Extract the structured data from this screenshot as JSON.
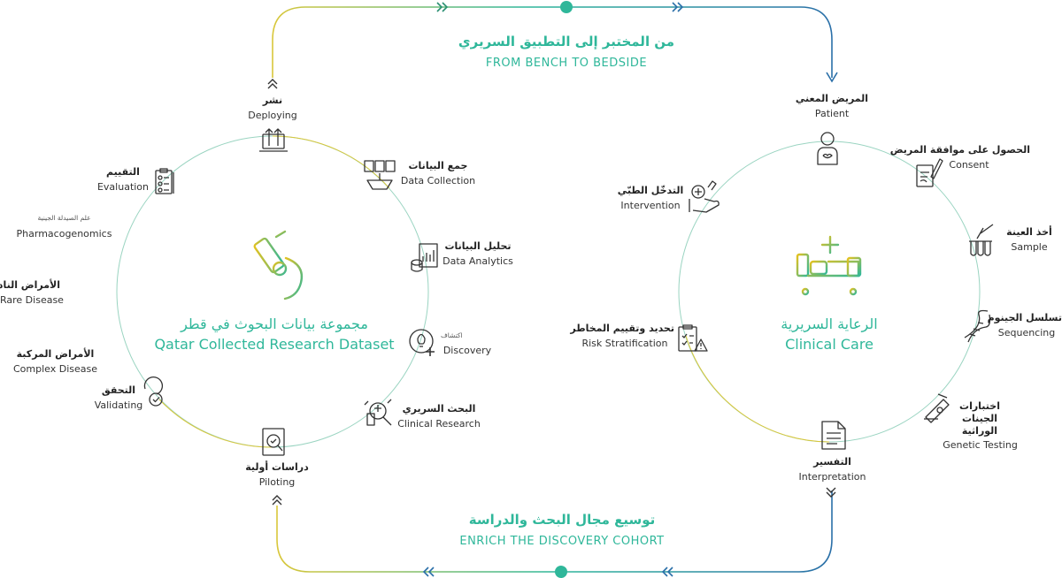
{
  "top_banner": {
    "ar": "من المختبر إلى التطبيق السريري",
    "en": "FROM BENCH TO BEDSIDE"
  },
  "bottom_banner": {
    "ar": "توسيع مجال البحث والدراسة",
    "en": "ENRICH THE DISCOVERY COHORT"
  },
  "left_center": {
    "ar": "مجموعة بيانات البحوث في قطر",
    "en": "Qatar Collected Research Dataset"
  },
  "right_center": {
    "ar": "الرعاية السريرية",
    "en": "Clinical Care"
  },
  "left_nodes": {
    "deploying": {
      "ar": "نشر",
      "en": "Deploying"
    },
    "data_collection": {
      "ar": "جمع البيانات",
      "en": "Data Collection"
    },
    "data_analytics": {
      "ar": "تحليل البيانات",
      "en": "Data Analytics"
    },
    "discovery": {
      "ar": "اكتشاف",
      "en": "Discovery"
    },
    "clinical_research": {
      "ar": "البحث السريري",
      "en": "Clinical Research"
    },
    "piloting": {
      "ar": "دراسات أولية",
      "en": "Piloting"
    },
    "validating": {
      "ar": "التحقق",
      "en": "Validating"
    },
    "complex_disease": {
      "ar": "الأمراض المركبة",
      "en": "Complex Disease"
    },
    "rare_disease": {
      "ar": "الأمراض النادرة",
      "en": "Rare Disease"
    },
    "pharmacogenomics": {
      "ar": "علم الصيدلة الجينية",
      "en": "Pharmacogenomics"
    },
    "evaluation": {
      "ar": "التقييم",
      "en": "Evaluation"
    }
  },
  "right_nodes": {
    "patient": {
      "ar": "المريض المعني",
      "en": "Patient"
    },
    "consent": {
      "ar": "الحصول على موافقة المريض",
      "en": "Consent"
    },
    "sample": {
      "ar": "أخذ العينة",
      "en": "Sample"
    },
    "sequencing": {
      "ar": "تسلسل الجينوم",
      "en": "Sequencing"
    },
    "genetic_testing": {
      "ar": "اختبارات الجينات الوراثية",
      "en": "Genetic Testing"
    },
    "interpretation": {
      "ar": "التفسير",
      "en": "Interpretation"
    },
    "risk_stratification": {
      "ar": "تحديد وتقييم المخاطر",
      "en": "Risk Stratification"
    },
    "intervention": {
      "ar": "التدخّل الطبّي",
      "en": "Intervention"
    }
  },
  "colors": {
    "teal": "#2fb79a",
    "yellow": "#d9c73a",
    "blue": "#2a6fa8",
    "icon": "#333333"
  }
}
